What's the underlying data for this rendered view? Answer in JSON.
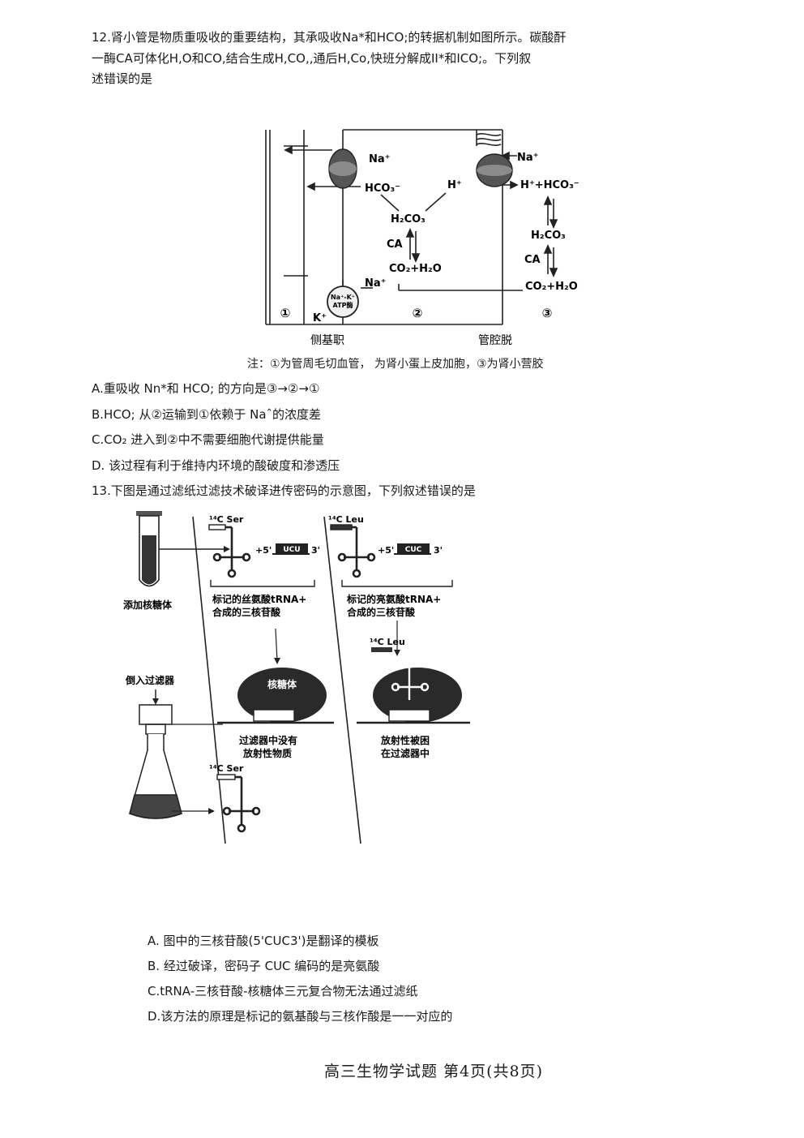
{
  "q12": {
    "stem_line1": "12.肾小管是物质重吸收的重要结构，其承吸收Na*和HCO;的转据机制如图所示。碳酸酐",
    "stem_line2": "一酶CA可体化H,O和CO,结合生成H,CO,,通后H,Co,快班分解成II*和ICO;。下列叙",
    "stem_line3": "述错误的是",
    "diagram": {
      "na_plus": "Na⁺",
      "na_plus_right": "Na⁺",
      "hco3": "HCO₃⁻",
      "h_plus": "H⁺",
      "h_hco3": "H⁺+HCO₃⁻",
      "h2co3": "H₂CO₃",
      "h2co3_right": "H₂CO₃",
      "ca": "CA",
      "ca_right": "CA",
      "co2_h2o": "CO₂+H₂O",
      "co2_h2o_right": "CO₂+H₂O",
      "na_bottom": "Na⁺",
      "k_plus": "K⁺",
      "pump_line1": "Na⁺-K⁺",
      "pump_line2": "ATP酶",
      "region1": "①",
      "region2": "②",
      "region3": "③",
      "label_basal": "侧基职",
      "label_lumen": "管腔脱"
    },
    "note": "注：①为管周毛切血管，     为肾小蛋上皮加胞，③为肾小营胶",
    "options": [
      "A.重吸收 Nn*和 HCO; 的方向是③→②→①",
      "B.HCO;  从②运输到①依赖于 Naˆ的浓度差",
      "C.CO₂ 进入到②中不需要细胞代谢提供能量",
      "D. 该过程有利于维持内环境的酸破度和渗透压"
    ]
  },
  "q13": {
    "stem": "13.下图是通过滤纸过滤技术破译进传密码的示意图，下列叙述错误的是",
    "diagram": {
      "add_ribosome": "添加核糖体",
      "pour_filter": "倒入过滤器",
      "ser_label": "¹⁴C Ser",
      "leu_label": "¹⁴C Leu",
      "leu_label2": "¹⁴C Leu",
      "ser_label2": "¹⁴C Ser",
      "plus5": "+5'",
      "three_prime": "3'",
      "codon_left": "UCU",
      "codon_right": "CUC",
      "caption_left_1": "标记的丝氨酸tRNA+",
      "caption_left_2": "合成的三核苷酸",
      "caption_right_1": "标记的亮氨酸tRNA+",
      "caption_right_2": "合成的三核苷酸",
      "ribosome": "核糖体",
      "result_left_1": "过滤器中没有",
      "result_left_2": "放射性物质",
      "result_right_1": "放射性被困",
      "result_right_2": "在过滤器中"
    },
    "options": [
      "A.  图中的三核苷酸(5'CUC3')是翻译的模板",
      "B.  经过破译，密码子 CUC 编码的是亮氨酸",
      "C.tRNA-三核苷酸-核糖体三元复合物无法通过滤纸",
      "D.该方法的原理是标记的氨基酸与三核作酸是一一对应的"
    ]
  },
  "footer": "高三生物学试题   第4页(共8页)"
}
